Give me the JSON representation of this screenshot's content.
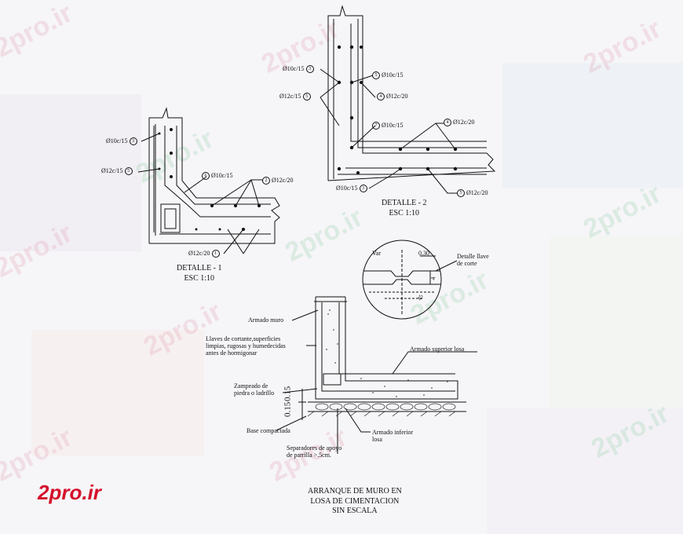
{
  "watermark": "2pro.ir",
  "logo": "2pro.ir",
  "detalle1": {
    "title": "DETALLE - 1",
    "scale": "ESC 1:10",
    "labels": {
      "a": "Ø10c/15",
      "a_n": "3",
      "b": "Ø12c/15",
      "b_n": "5",
      "c": "Ø10c/15",
      "c_n": "6",
      "d": "Ø12c/20",
      "d_n": "2",
      "e": "Ø12c/20",
      "e_n": "1"
    }
  },
  "detalle2": {
    "title": "DETALLE - 2",
    "scale": "ESC 1:10",
    "labels": {
      "a": "Ø10c/15",
      "a_n": "3",
      "b": "Ø10c/15",
      "b_n": "5",
      "c": "Ø12c/15",
      "c_n": "5",
      "d": "Ø12c/20",
      "d_n": "4",
      "e": "Ø10c/15",
      "e_n": "7",
      "f": "Ø12c/20",
      "f_n": "4",
      "g": "Ø10c/15",
      "g_n": "3",
      "h": "Ø12c/20",
      "h_n": "5"
    }
  },
  "llave": {
    "var": "Var",
    "dim": "0.30",
    "dim2": "4",
    "dim3": "45",
    "label1": "Detalle llave",
    "label2": "de corte"
  },
  "arranque": {
    "armado_muro": "Armado muro",
    "llaves1": "Llaves de cortante,superficies",
    "llaves2": "limpias, rugosas y humedecidas",
    "llaves3": "antes de hormigonar",
    "armado_sup": "Armado superior losa",
    "zamp1": "Zampeado de",
    "zamp2": "piedra o ladrillo",
    "dim_a": "0.15",
    "dim_b": "0.15",
    "base": "Base compactada",
    "armado_inf1": "Armado inferior",
    "armado_inf2": "losa",
    "sep1": "Separadores de apoyo",
    "sep2": "de parrilla >.5cm."
  },
  "main_title": {
    "line1": "ARRANQUE DE MURO EN",
    "line2": "LOSA DE CIMENTACION",
    "line3": "SIN ESCALA"
  }
}
